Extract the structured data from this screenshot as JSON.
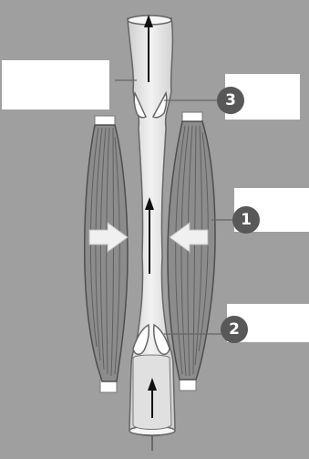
{
  "diagram": {
    "markers": [
      {
        "id": "marker-1",
        "label": "1"
      },
      {
        "id": "marker-2",
        "label": "2"
      },
      {
        "id": "marker-3",
        "label": "3"
      }
    ],
    "label_boxes": [
      "",
      "",
      "",
      ""
    ]
  },
  "colors": {
    "background": "#9f9f9f",
    "vessel_fill": "#e6e6e6",
    "vessel_stroke": "#666666",
    "muscle_fill": "#8a8a8a",
    "muscle_stroke": "#4a4a4a",
    "marker_fill": "#585858",
    "arrow": "#111111",
    "squeeze_arrow": "#f0f0f0"
  }
}
